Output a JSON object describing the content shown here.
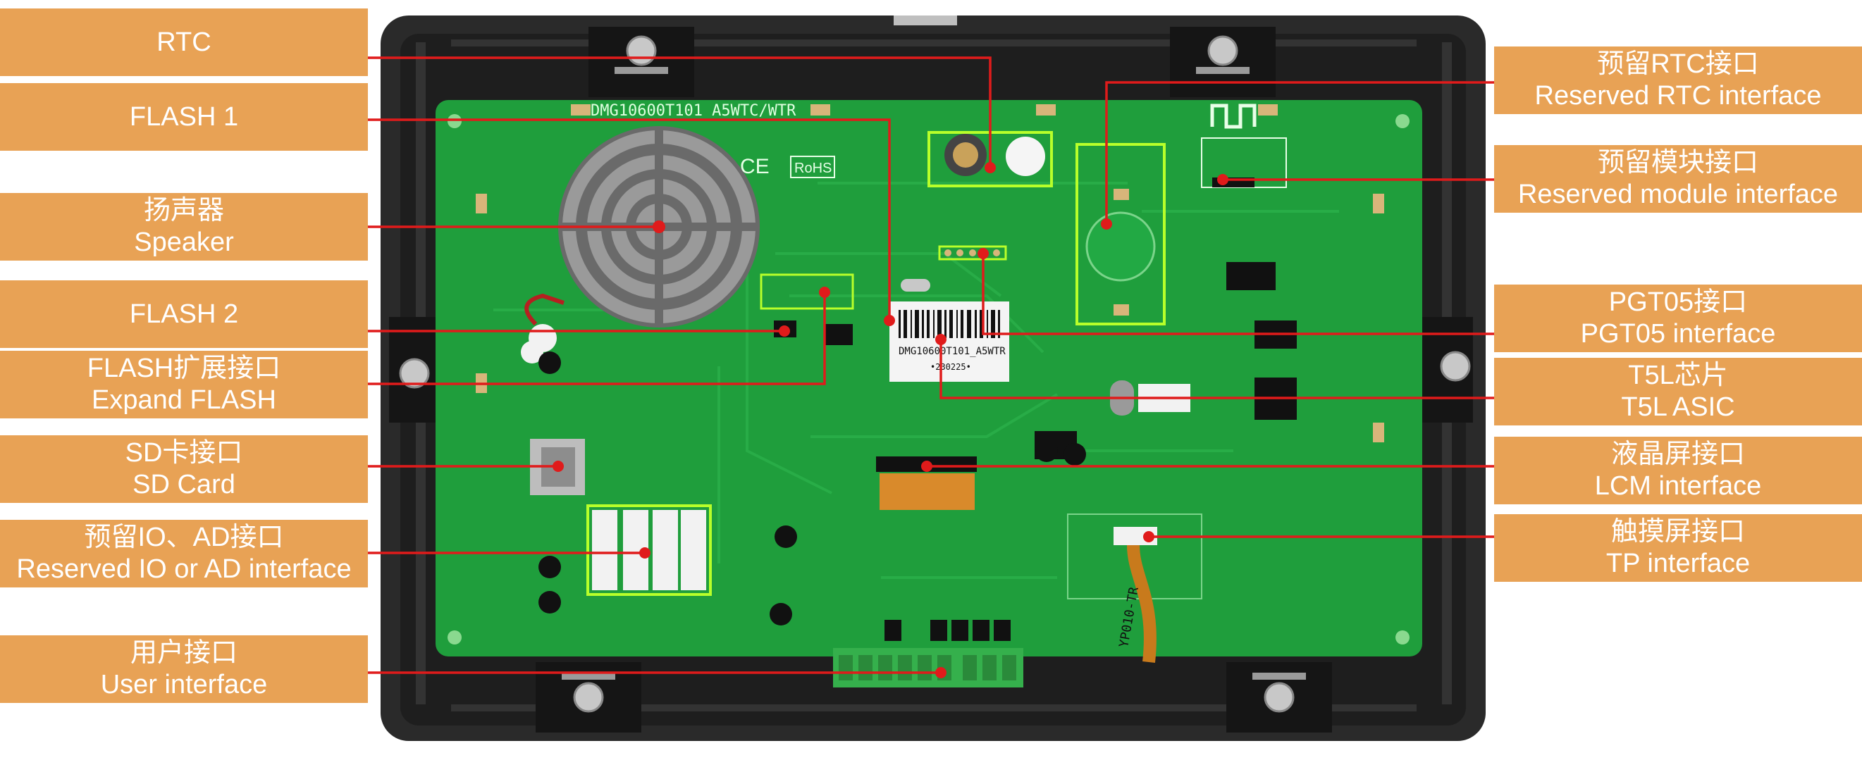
{
  "board": {
    "model_silk": "DMG10600T101_A5WTC/WTR",
    "sticker_text": "DMG10600T101_A5WTR",
    "sticker_sub": "•230225•",
    "ce_mark": "CE",
    "rohs_mark": "RoHS",
    "tp_cable_silk": "YP010-TR"
  },
  "left_labels": [
    {
      "id": "rtc",
      "lines": [
        "RTC"
      ]
    },
    {
      "id": "flash1",
      "lines": [
        "FLASH 1"
      ]
    },
    {
      "id": "speaker",
      "lines": [
        "扬声器",
        "Speaker"
      ]
    },
    {
      "id": "flash2",
      "lines": [
        "FLASH 2"
      ]
    },
    {
      "id": "expand-flash",
      "lines": [
        "FLASH扩展接口",
        "Expand FLASH"
      ]
    },
    {
      "id": "sd-card",
      "lines": [
        "SD卡接口",
        "SD Card"
      ]
    },
    {
      "id": "reserved-io",
      "lines": [
        "预留IO、AD接口",
        "Reserved IO or AD interface"
      ]
    },
    {
      "id": "user-interface",
      "lines": [
        "用户接口",
        "User interface"
      ]
    }
  ],
  "right_labels": [
    {
      "id": "reserved-rtc",
      "lines": [
        "预留RTC接口",
        "Reserved RTC interface"
      ]
    },
    {
      "id": "reserved-module",
      "lines": [
        "预留模块接口",
        "Reserved module interface"
      ]
    },
    {
      "id": "pgt05",
      "lines": [
        "PGT05接口",
        "PGT05 interface"
      ]
    },
    {
      "id": "t5l",
      "lines": [
        "T5L芯片",
        "T5L ASIC"
      ]
    },
    {
      "id": "lcm",
      "lines": [
        "液晶屏接口",
        "LCM interface"
      ]
    },
    {
      "id": "tp",
      "lines": [
        "触摸屏接口",
        "TP interface"
      ]
    }
  ],
  "colors": {
    "label_bg": "#e8a255",
    "label_text": "#ffffff",
    "leader_line": "#e01b1b",
    "pcb_green": "#1f9e3c",
    "frame": "#2b2b2b",
    "highlight_box": "#b8ff2a"
  }
}
